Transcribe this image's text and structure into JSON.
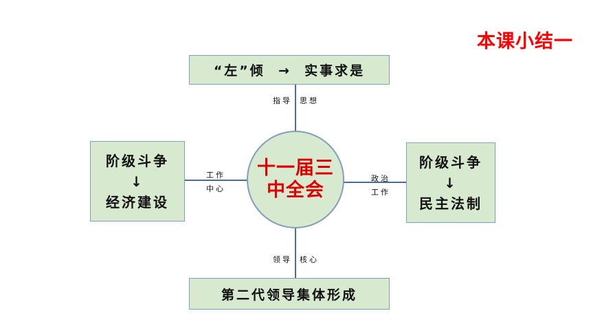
{
  "summary_title": "本课小结一",
  "center": {
    "line1": "十一届三",
    "line2": "中全会"
  },
  "top_box": {
    "text": "“左”倾  →  实事求是"
  },
  "bottom_box": {
    "text": "第二代领导集体形成"
  },
  "left_box": {
    "line1": "阶级斗争",
    "arrow": "↓",
    "line2": "经济建设"
  },
  "right_box": {
    "line1": "阶级斗争",
    "arrow": "↓",
    "line2": "民主法制"
  },
  "connectors": {
    "top": {
      "part1": "指导",
      "part2": "思想"
    },
    "bottom": {
      "part1": "领导",
      "part2": "核心"
    },
    "left": {
      "line1": "工作",
      "line2": "中心"
    },
    "right": {
      "line1": "政治",
      "line2": "工作"
    }
  },
  "colors": {
    "box_fill": "#d7e9cf",
    "box_border": "#7f9fbf",
    "center_text": "#e00000",
    "title_text": "#ff0000"
  }
}
